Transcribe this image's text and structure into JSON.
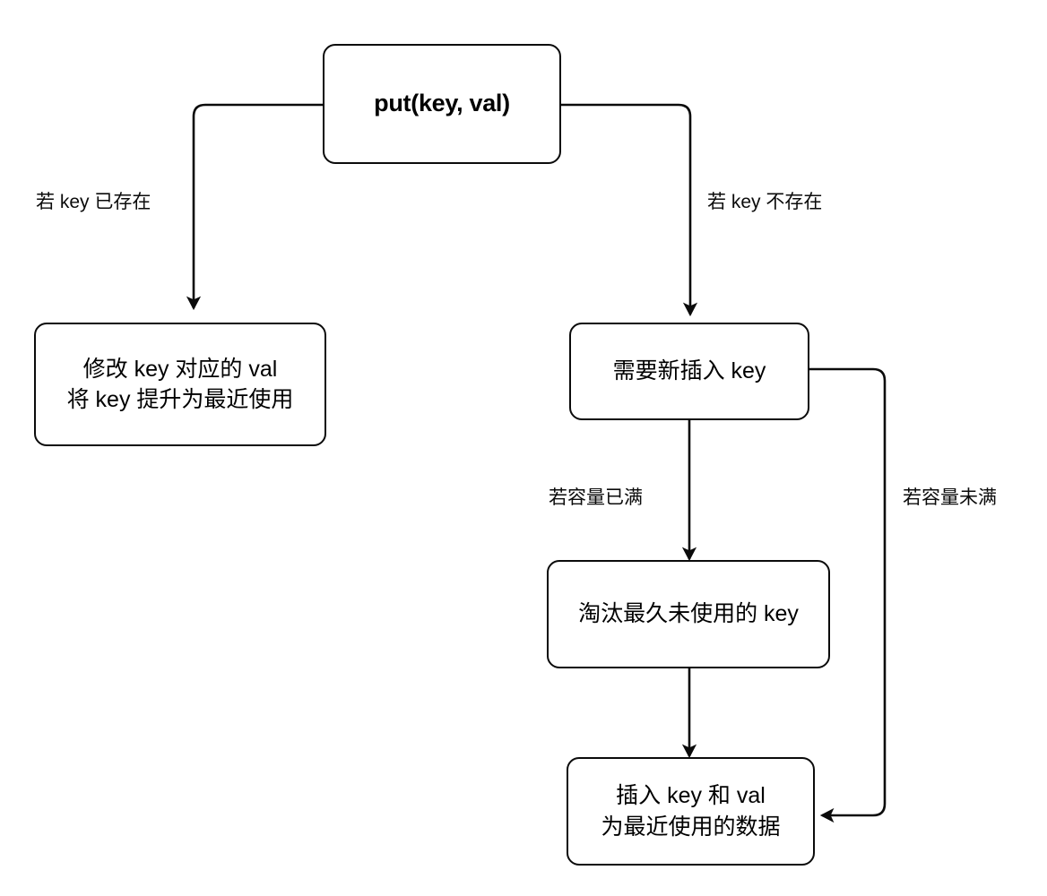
{
  "diagram": {
    "title": "LRU put(key, val) flowchart",
    "type": "flowchart",
    "background_color": "#ffffff",
    "stroke_color": "#0b0b0b",
    "text_color": "#000000",
    "nodes": {
      "put": {
        "id": "put",
        "label": "put(key, val)",
        "shape": "rounded-rect",
        "emphasis": "bold"
      },
      "update": {
        "id": "update",
        "label": "修改 key 对应的 val\n将 key 提升为最近使用",
        "shape": "rounded-rect"
      },
      "insert_new": {
        "id": "insert_new",
        "label": "需要新插入 key",
        "shape": "rounded-rect"
      },
      "evict": {
        "id": "evict",
        "label": "淘汰最久未使用的 key",
        "shape": "rounded-rect"
      },
      "insert_kv": {
        "id": "insert_kv",
        "label": "插入 key 和 val\n为最近使用的数据",
        "shape": "rounded-rect"
      }
    },
    "edges": [
      {
        "id": "edge-key-exists",
        "from": "put",
        "to": "update",
        "label": "若 key 已存在"
      },
      {
        "id": "edge-key-missing",
        "from": "put",
        "to": "insert_new",
        "label": "若 key 不存在"
      },
      {
        "id": "edge-cap-full",
        "from": "insert_new",
        "to": "evict",
        "label": "若容量已满"
      },
      {
        "id": "edge-evict-insert",
        "from": "evict",
        "to": "insert_kv",
        "label": ""
      },
      {
        "id": "edge-cap-not-full",
        "from": "insert_new",
        "to": "insert_kv",
        "label": "若容量未满"
      }
    ]
  }
}
